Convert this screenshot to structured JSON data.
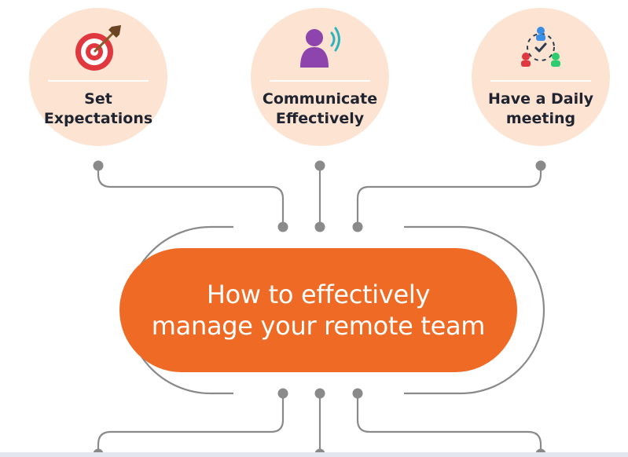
{
  "diagram": {
    "title": "How to effectively\nmanage your remote team",
    "tips": [
      {
        "label": "Set\nExpectations",
        "icon": "target-arrow-icon"
      },
      {
        "label": "Communicate\nEffectively",
        "icon": "speaking-person-icon"
      },
      {
        "label": "Have a Daily\nmeeting",
        "icon": "team-meeting-icon"
      }
    ]
  },
  "colors": {
    "accent": "#ef6a24",
    "tip_background": "#fde3d1",
    "connector": "#8a8a8a",
    "text": "#1f2430"
  }
}
